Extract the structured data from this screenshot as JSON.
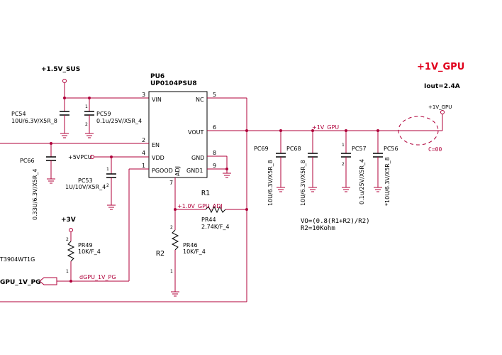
{
  "labels": {
    "rail_title": "+1V_GPU",
    "iout": "Iout=2.4A",
    "sus": "+1.5V_SUS",
    "chip_ref": "PU6",
    "chip_part": "UP0104PSU8",
    "pins": {
      "vin": "VIN",
      "nc": "NC",
      "en": "EN",
      "vout": "VOUT",
      "vdd": "VDD",
      "gnd": "GND",
      "pgood": "PGOOD",
      "gnd1": "GND1",
      "adj": "ADJ"
    },
    "pin_nums": {
      "p1": "1",
      "p2": "2",
      "p3": "3",
      "p4": "4",
      "p5": "5",
      "p6": "6",
      "p7": "7",
      "p8": "8",
      "p9": "9"
    },
    "pc54": {
      "ref": "PC54",
      "val": "10U/6.3V/X5R_8"
    },
    "pc59": {
      "ref": "PC59",
      "val": "0.1u/25V/X5R_4"
    },
    "pc66": {
      "ref": "PC66",
      "val": "0.33U/6.3V/X5R_4"
    },
    "pc53": {
      "ref": "PC53",
      "val": "1U/10V/X5R_4"
    },
    "vpcu": "+5VPCU",
    "net_1v_gpu": "+1V_GPU",
    "net_1v_gpu_top": "+1V_GPU",
    "pc69": {
      "ref": "PC69",
      "val": "10U/6.3V/X5R_8"
    },
    "pc68": {
      "ref": "PC68",
      "val": "10U/6.3V/X5R_8"
    },
    "pc57": {
      "ref": "PC57",
      "val": "0.1u/25V/X5R_4"
    },
    "pc56": {
      "ref": "PC56",
      "val": "*10U/6.3V/X5R_8"
    },
    "c_note": "C=00",
    "r1": "R1",
    "r2": "R2",
    "adj_net": "+1.0V_GPU_ADJ",
    "pr44": {
      "ref": "PR44",
      "val": "2.74K/F_4"
    },
    "pr46": {
      "ref": "PR46",
      "val": "10K/F_4"
    },
    "vo_formula": "VO=(0.8(R1+R2)/R2)",
    "r2_val": "R2=10Kohm",
    "v3": "+3V",
    "pr49": {
      "ref": "PR49",
      "val": "10K/F_4"
    },
    "trans": "T3904WT1G",
    "pg_port": "GPU_1V_PG",
    "pg_net": "dGPU_1V_PG",
    "small_1": "1",
    "small_2": "2"
  }
}
